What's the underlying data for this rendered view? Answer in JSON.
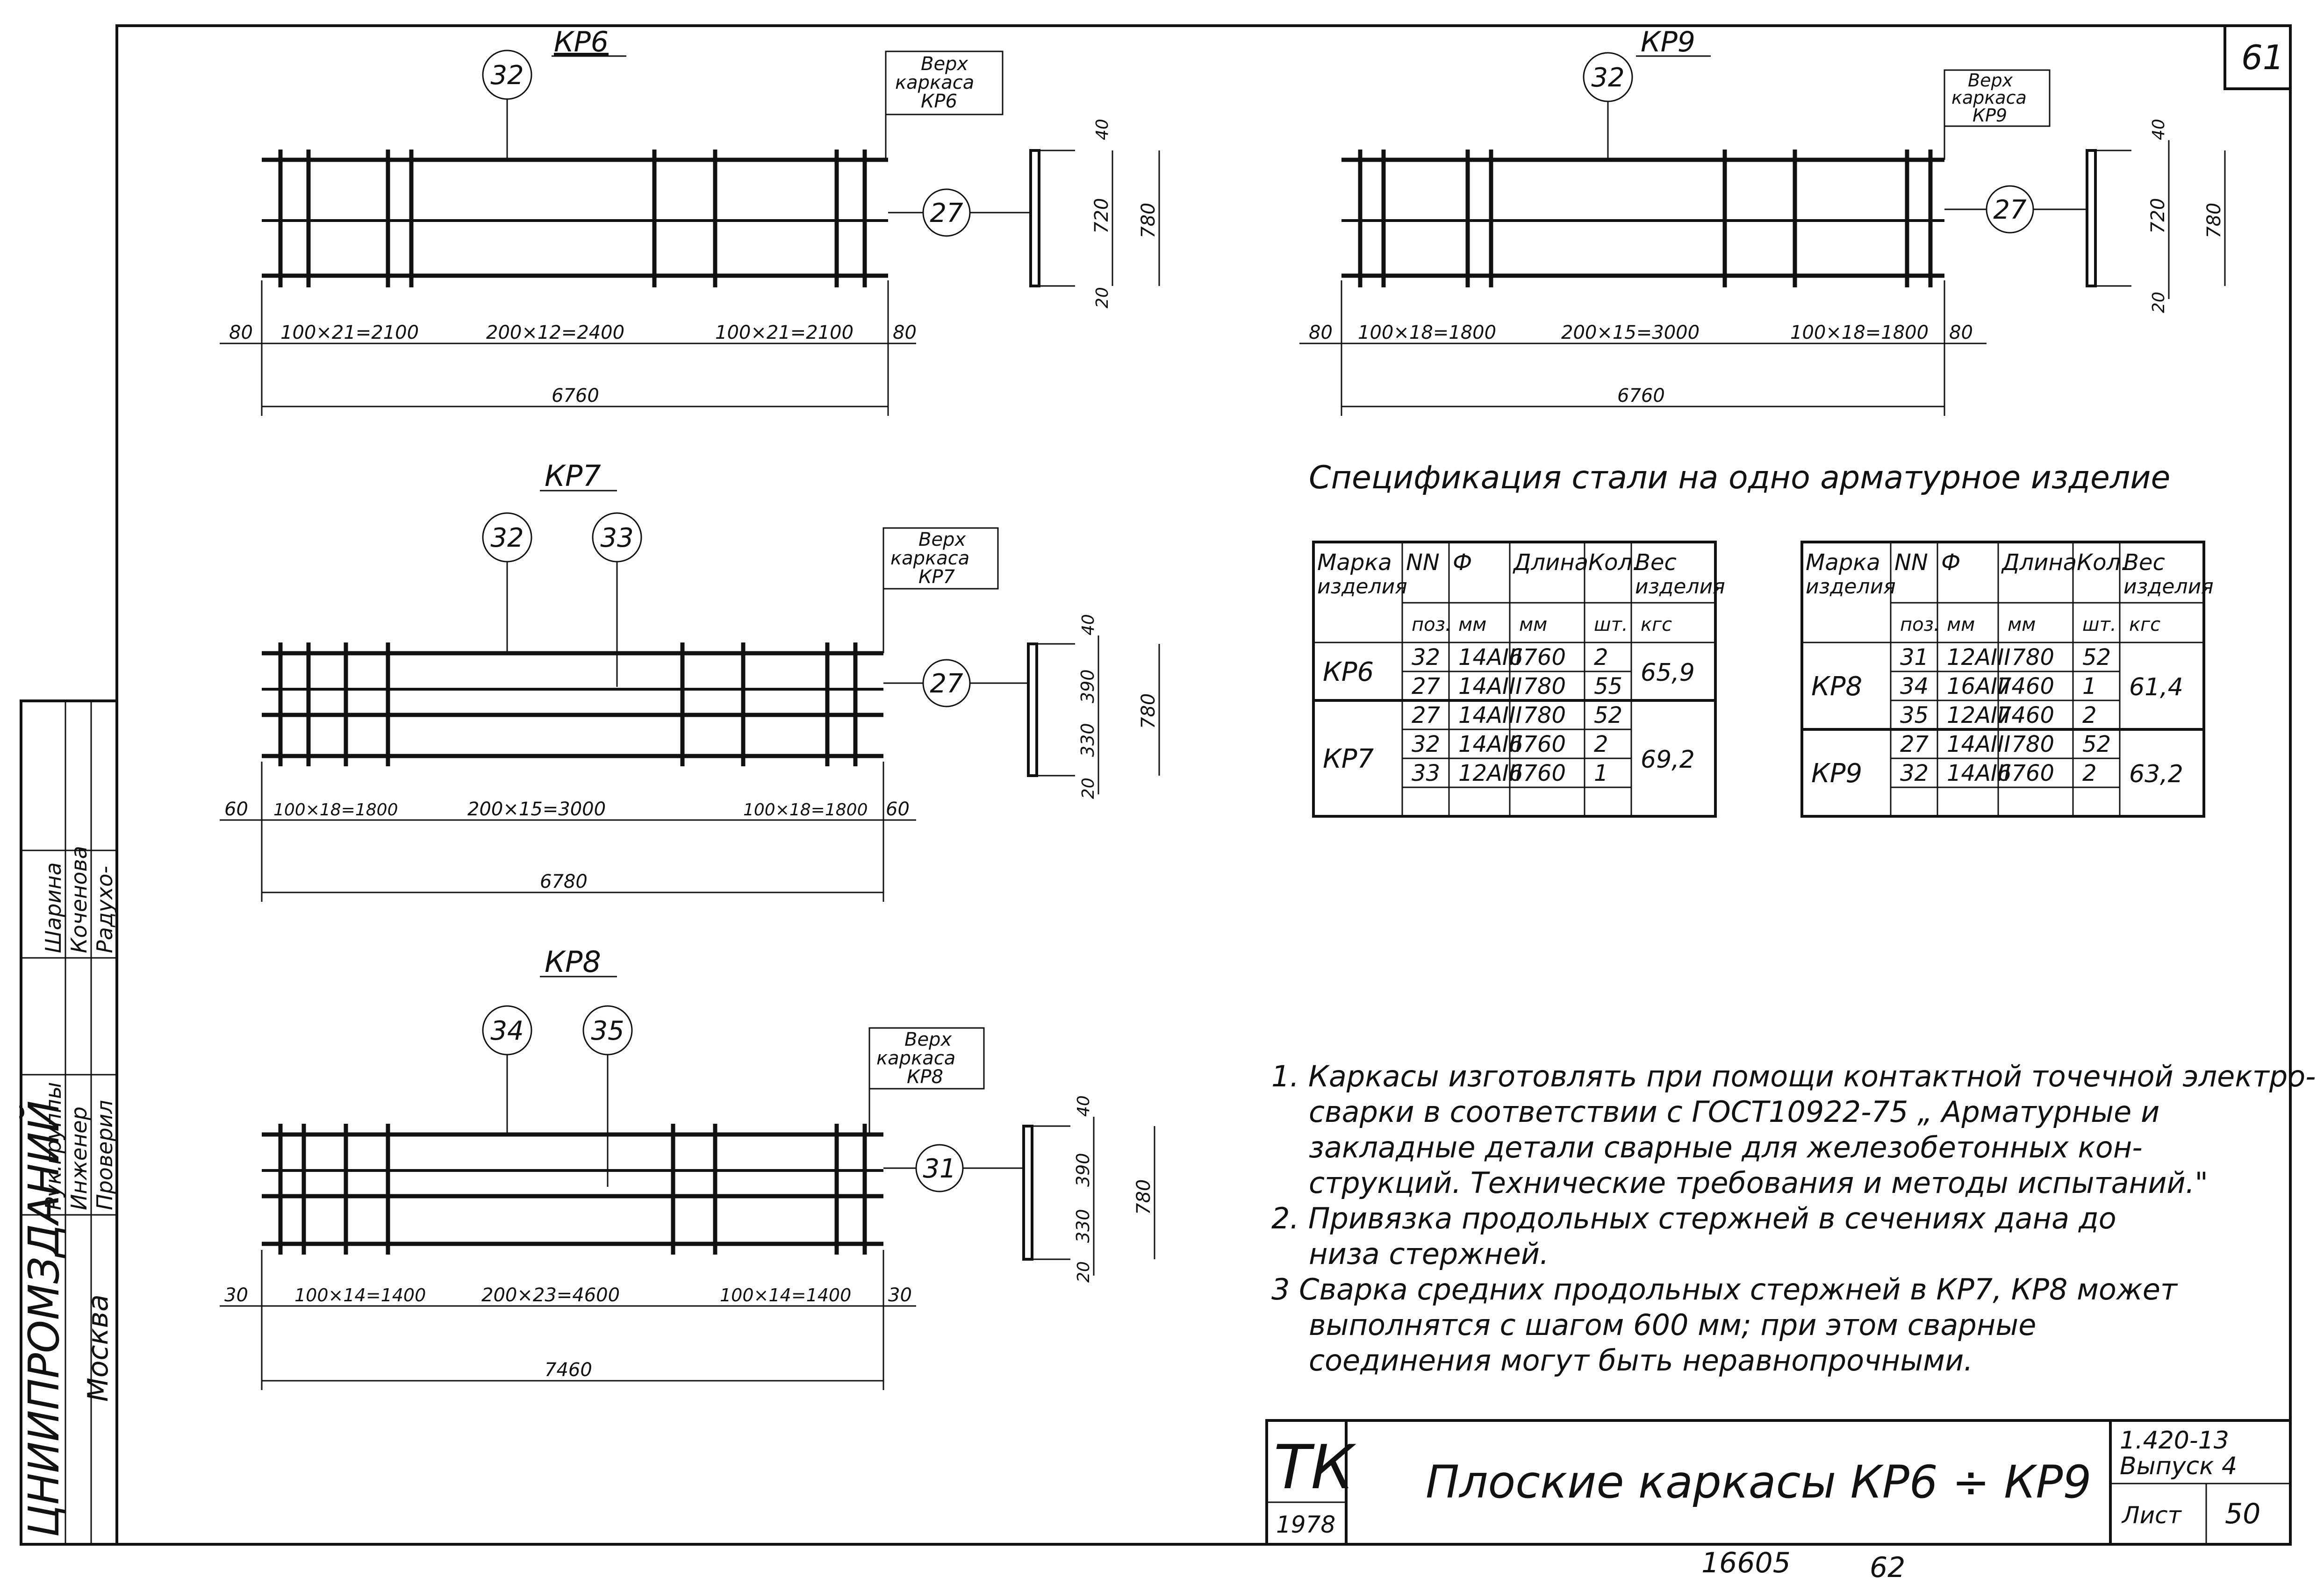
{
  "sheet": {
    "page_number": "61",
    "left_stamp": {
      "org": "ЦНИИПРОМЗДАНИЙ",
      "city": "Москва",
      "roles": [
        "Рук.группы",
        "Инженер",
        "Проверил"
      ],
      "names": [
        "Шарина",
        "Коченова",
        "Радухо-"
      ]
    },
    "bottom_numbers": [
      "16605",
      "62"
    ]
  },
  "frames": [
    {
      "title": "КР6",
      "markers": [
        "32"
      ],
      "side_marker": "27",
      "top_label": [
        "Верх",
        "каркаса",
        "КР6"
      ],
      "dims": [
        "80",
        "100×21=2100",
        "200×12=2400",
        "100×21=2100",
        "80"
      ],
      "total": "6760",
      "section_dims": [
        "40",
        "720",
        "20"
      ],
      "section_total": "780"
    },
    {
      "title": "КР9",
      "markers": [
        "32"
      ],
      "side_marker": "27",
      "top_label": [
        "Верх",
        "каркаса",
        "КР9"
      ],
      "dims": [
        "80",
        "100×18=1800",
        "200×15=3000",
        "100×18=1800",
        "80"
      ],
      "total": "6760",
      "section_dims": [
        "40",
        "720",
        "20"
      ],
      "section_total": "780"
    },
    {
      "title": "КР7",
      "markers": [
        "32",
        "33"
      ],
      "side_marker": "27",
      "top_label": [
        "Верх",
        "каркаса",
        "КР7"
      ],
      "dims": [
        "60",
        "100×18=1800",
        "200×15=3000",
        "100×18=1800",
        "60"
      ],
      "total": "6780",
      "section_dims": [
        "40",
        "390",
        "330",
        "20"
      ],
      "section_total": "780"
    },
    {
      "title": "КР8",
      "markers": [
        "34",
        "35"
      ],
      "side_marker": "31",
      "top_label": [
        "Верх",
        "каркаса",
        "КР8"
      ],
      "dims": [
        "30",
        "100×14=1400",
        "200×23=4600",
        "100×14=1400",
        "30"
      ],
      "total": "7460",
      "section_dims": [
        "40",
        "390",
        "330",
        "20"
      ],
      "section_total": "780"
    }
  ],
  "spec": {
    "title": "Спецификация стали на одно арматурное изделие",
    "headers": [
      "Марка изделия",
      "NN поз.",
      "Ф мм",
      "Длина мм",
      "Кол. шт.",
      "Вес изделия кгс"
    ],
    "header_top": [
      "Марка",
      "NN",
      "Ф",
      "Длина",
      "Кол.",
      "Вес"
    ],
    "header_mid": [
      "изделия",
      "",
      "",
      "",
      "",
      "изделия"
    ],
    "header_bot": [
      "",
      "поз.",
      "мм",
      "мм",
      "шт.",
      "кгс"
    ],
    "left": [
      {
        "mark": "КР6",
        "weight": "65,9",
        "rows": [
          [
            "32",
            "14AIII",
            "6760",
            "2"
          ],
          [
            "27",
            "14AIII",
            "780",
            "55"
          ]
        ]
      },
      {
        "mark": "КР7",
        "weight": "69,2",
        "rows": [
          [
            "27",
            "14AIII",
            "780",
            "52"
          ],
          [
            "32",
            "14AIII",
            "6760",
            "2"
          ],
          [
            "33",
            "12AIII",
            "6760",
            "1"
          ],
          [
            "",
            "",
            "",
            ""
          ]
        ]
      }
    ],
    "right": [
      {
        "mark": "КР8",
        "weight": "61,4",
        "rows": [
          [
            "31",
            "12AIII",
            "780",
            "52"
          ],
          [
            "34",
            "16AIII",
            "7460",
            "1"
          ],
          [
            "35",
            "12AIII",
            "7460",
            "2"
          ]
        ]
      },
      {
        "mark": "КР9",
        "weight": "63,2",
        "rows": [
          [
            "27",
            "14AIII",
            "780",
            "52"
          ],
          [
            "32",
            "14AIII",
            "6760",
            "2"
          ],
          [
            "",
            "",
            "",
            ""
          ]
        ]
      }
    ]
  },
  "notes": [
    "1. Каркасы изготовлять при помощи контактной точечной электро-",
    "сварки в соответствии с ГОСТ10922-75 „ Арматурные и",
    "закладные детали сварные для железобетонных кон-",
    "струкций. Технические требования и методы испытаний.\"",
    "2. Привязка продольных стержней в сечениях дана до",
    "низа стержней.",
    "3 Сварка средних продольных стержней в КР7, КР8 может",
    "выполнятся с шагом 600 мм; при этом сварные",
    "соединения могут быть неравнопрочными."
  ],
  "title_block": {
    "logo": "ТК",
    "year": "1978",
    "title": "Плоские каркасы КР6 ÷ КР9",
    "series": "1.420-13",
    "issue": "Выпуск 4",
    "sheet_label": "Лист",
    "sheet_no": "50"
  }
}
